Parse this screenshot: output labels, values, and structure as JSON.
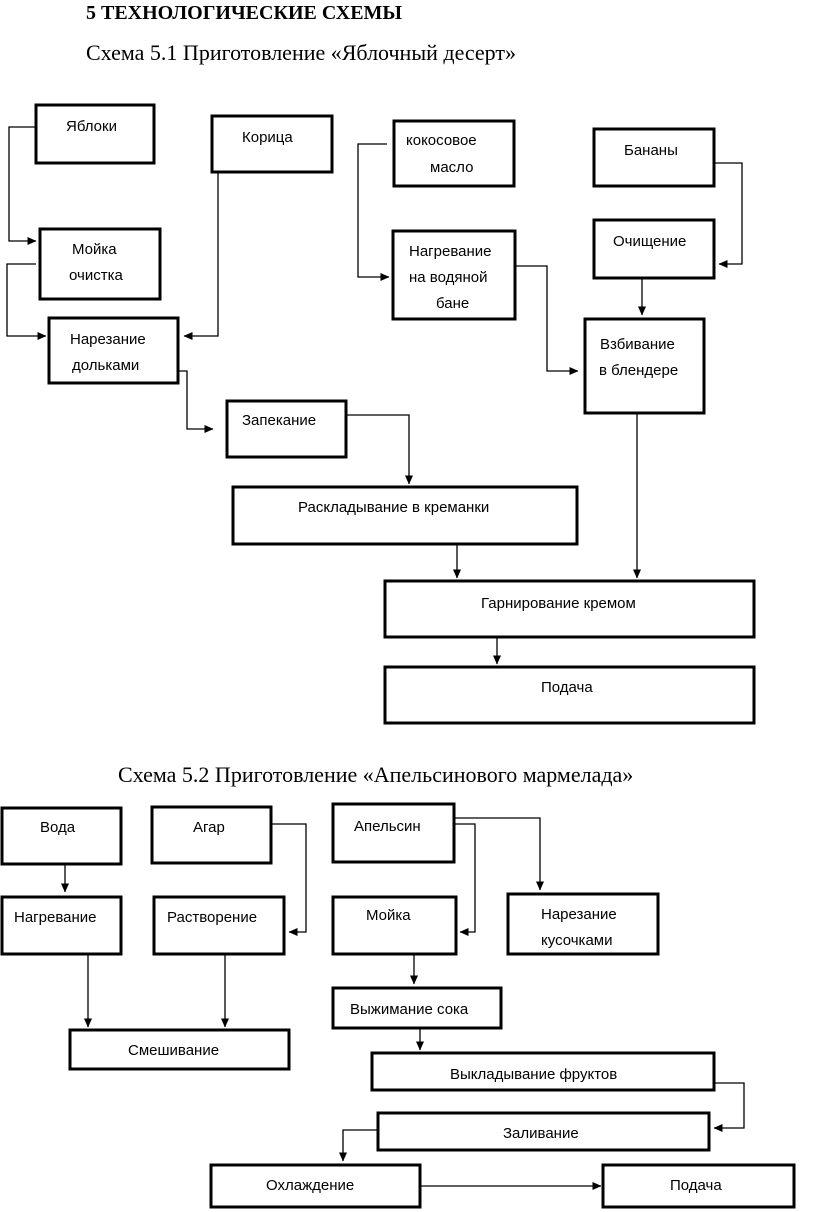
{
  "heading": "5 ТЕХНОЛОГИЧЕСКИЕ СХЕМЫ",
  "scheme1": {
    "caption": "Схема 5.1 Приготовление «Яблочный десерт»",
    "apples": "Яблоки",
    "cinnamon": "Корица",
    "coconut_oil_1": "кокосовое",
    "coconut_oil_2": "масло",
    "bananas": "Бананы",
    "washing_1": "Мойка",
    "washing_2": "очистка",
    "heating_1": "Нагревание",
    "heating_2": "на водяной",
    "heating_3": "бане",
    "peeling": "Очищение",
    "slicing_1": "Нарезание",
    "slicing_2": "дольками",
    "whipping_1": "Взбивание",
    "whipping_2": "в блендере",
    "baking": "Запекание",
    "arranging": "Раскладывание в креманки",
    "garnishing": "Гарнирование кремом",
    "serving": "Подача"
  },
  "scheme2": {
    "caption": "Схема 5.2 Приготовление «Апельсинового мармелада»",
    "water": "Вода",
    "agar": "Агар",
    "orange": "Апельсин",
    "heating": "Нагревание",
    "dissolving": "Растворение",
    "washing": "Мойка",
    "cutting_1": "Нарезание",
    "cutting_2": "кусочками",
    "mixing": "Смешивание",
    "juicing": "Выжимание сока",
    "laying_fruit": "Выкладывание фруктов",
    "pouring": "Заливание",
    "cooling": "Охлаждение",
    "serving": "Подача"
  }
}
